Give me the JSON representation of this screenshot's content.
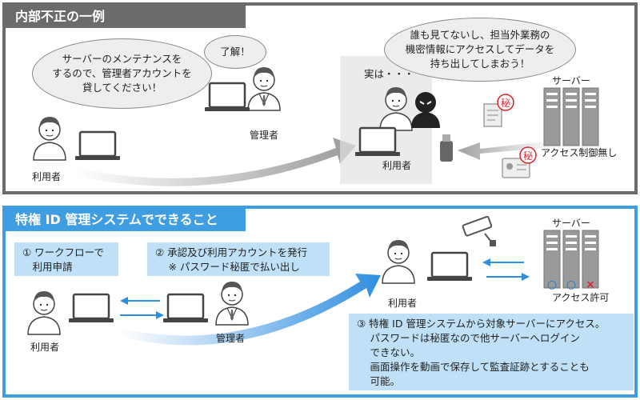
{
  "top_panel": {
    "title": "内部不正の一例",
    "bubble_user": [
      "サーバーのメンテナンスを",
      "するので、管理者アカウントを",
      "貸してください！"
    ],
    "bubble_admin": "了解！",
    "bubble_thought": [
      "誰も見てないし、担当外業務の",
      "機密情報にアクセスしてデータを",
      "持ち出してしまおう！"
    ],
    "insider_aside": "実は・・・",
    "label_user": "利用者",
    "label_admin": "管理者",
    "label_insider": "利用者",
    "label_server": "サーバー",
    "label_no_access_control": "アクセス制御無し",
    "secret_mark": "秘"
  },
  "bottom_panel": {
    "title": "特権 ID 管理システムでできること",
    "step1": [
      "① ワークフローで",
      "　利用申請"
    ],
    "step2": [
      "② 承認及び利用アカウントを発行",
      "　 ※ パスワード秘匿で払い出し"
    ],
    "step3": [
      "③ 特権 ID 管理システムから対象サーバーにアクセス。",
      "　 パスワードは秘匿なので他サーバーへログイン",
      "　 できない。",
      "　 画面操作を動画で保存して監査証跡とすることも",
      "　 可能。"
    ],
    "label_user": "利用者",
    "label_admin": "管理者",
    "label_user2": "利用者",
    "label_server": "サーバー",
    "label_access_allowed": "アクセス許可",
    "access_marks": [
      "○",
      "○",
      "×"
    ]
  },
  "colors": {
    "top_border": "#6b6b6b",
    "bottom_border": "#3f9de2",
    "step_box": "#bfe0f6",
    "secret_red": "#d9262f",
    "allow_blue": "#1e6fd0",
    "deny_red": "#d9262f"
  }
}
